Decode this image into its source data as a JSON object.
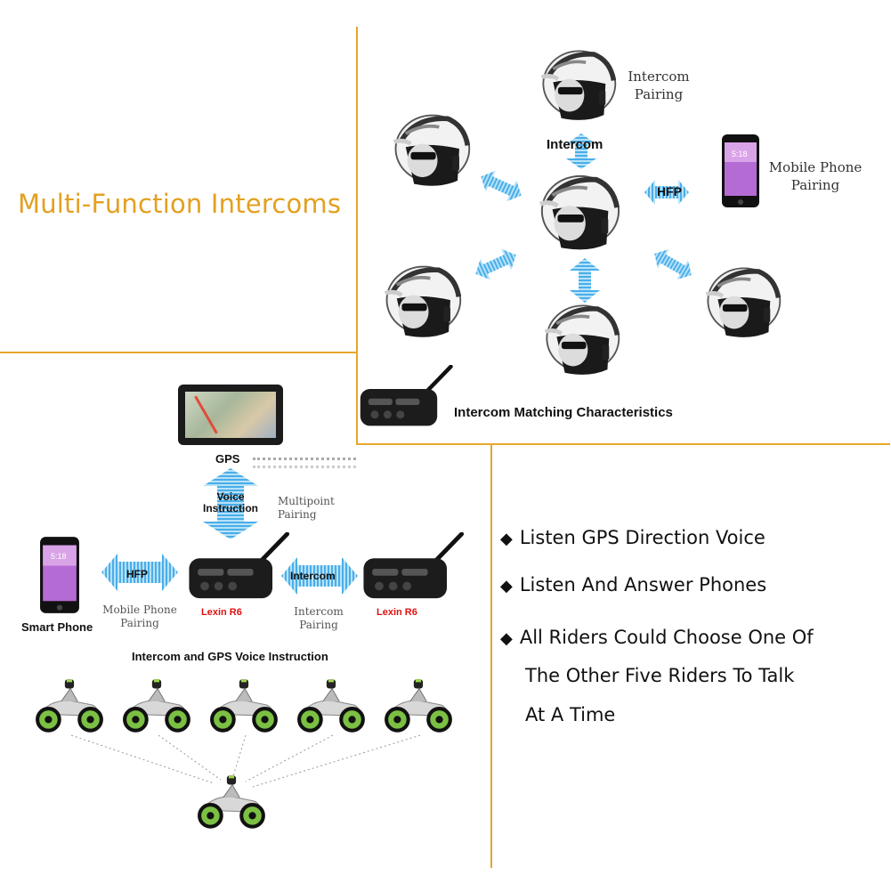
{
  "headline": "Multi-Function Intercoms",
  "top_diagram": {
    "top_label": "Intercom\nPairing",
    "intercom_label": "Intercom",
    "hfp_label": "HFP",
    "phone_label": "Mobile Phone\nPairing",
    "phone_time": "5:18",
    "caption": "Intercom Matching Characteristics"
  },
  "bottom_diagram": {
    "gps_label": "GPS",
    "voice_label": "Voice\nInstruction",
    "multipoint_label": "Multipoint\nPairing",
    "hfp_label": "HFP",
    "intercom_label": "Intercom",
    "mobile_pairing_label": "Mobile Phone\nPairing",
    "intercom_pairing_label": "Intercom\nPairing",
    "device1_label": "Lexin R6",
    "device2_label": "Lexin R6",
    "smartphone_label": "Smart Phone",
    "phone_time": "5:18",
    "caption": "Intercom and GPS Voice Instruction"
  },
  "features": [
    "Listen GPS Direction Voice",
    "Listen And Answer Phones",
    "All Riders Could Choose One Of",
    "The Other Five Riders To Talk",
    "At A Time"
  ],
  "colors": {
    "divider": "#e6a72a",
    "headline": "#e3a021",
    "arrow": "#6cc4ef",
    "wheel": "#7bc043"
  }
}
